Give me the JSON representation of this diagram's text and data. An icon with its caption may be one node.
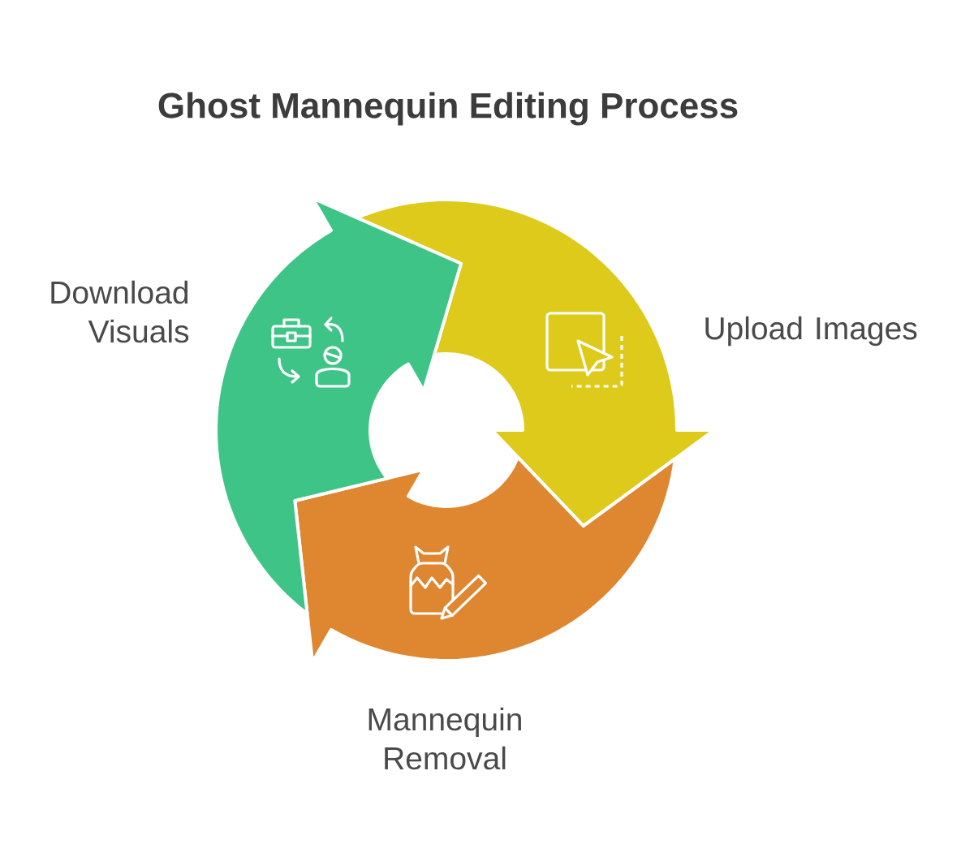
{
  "diagram": {
    "title": "Ghost Mannequin Editing Process",
    "nodes": [
      {
        "text": [
          "Upload Images"
        ]
      },
      {
        "text": [
          "Mannequin Removal"
        ]
      },
      {
        "text": [
          "Download Visuals"
        ]
      }
    ]
  }
}
